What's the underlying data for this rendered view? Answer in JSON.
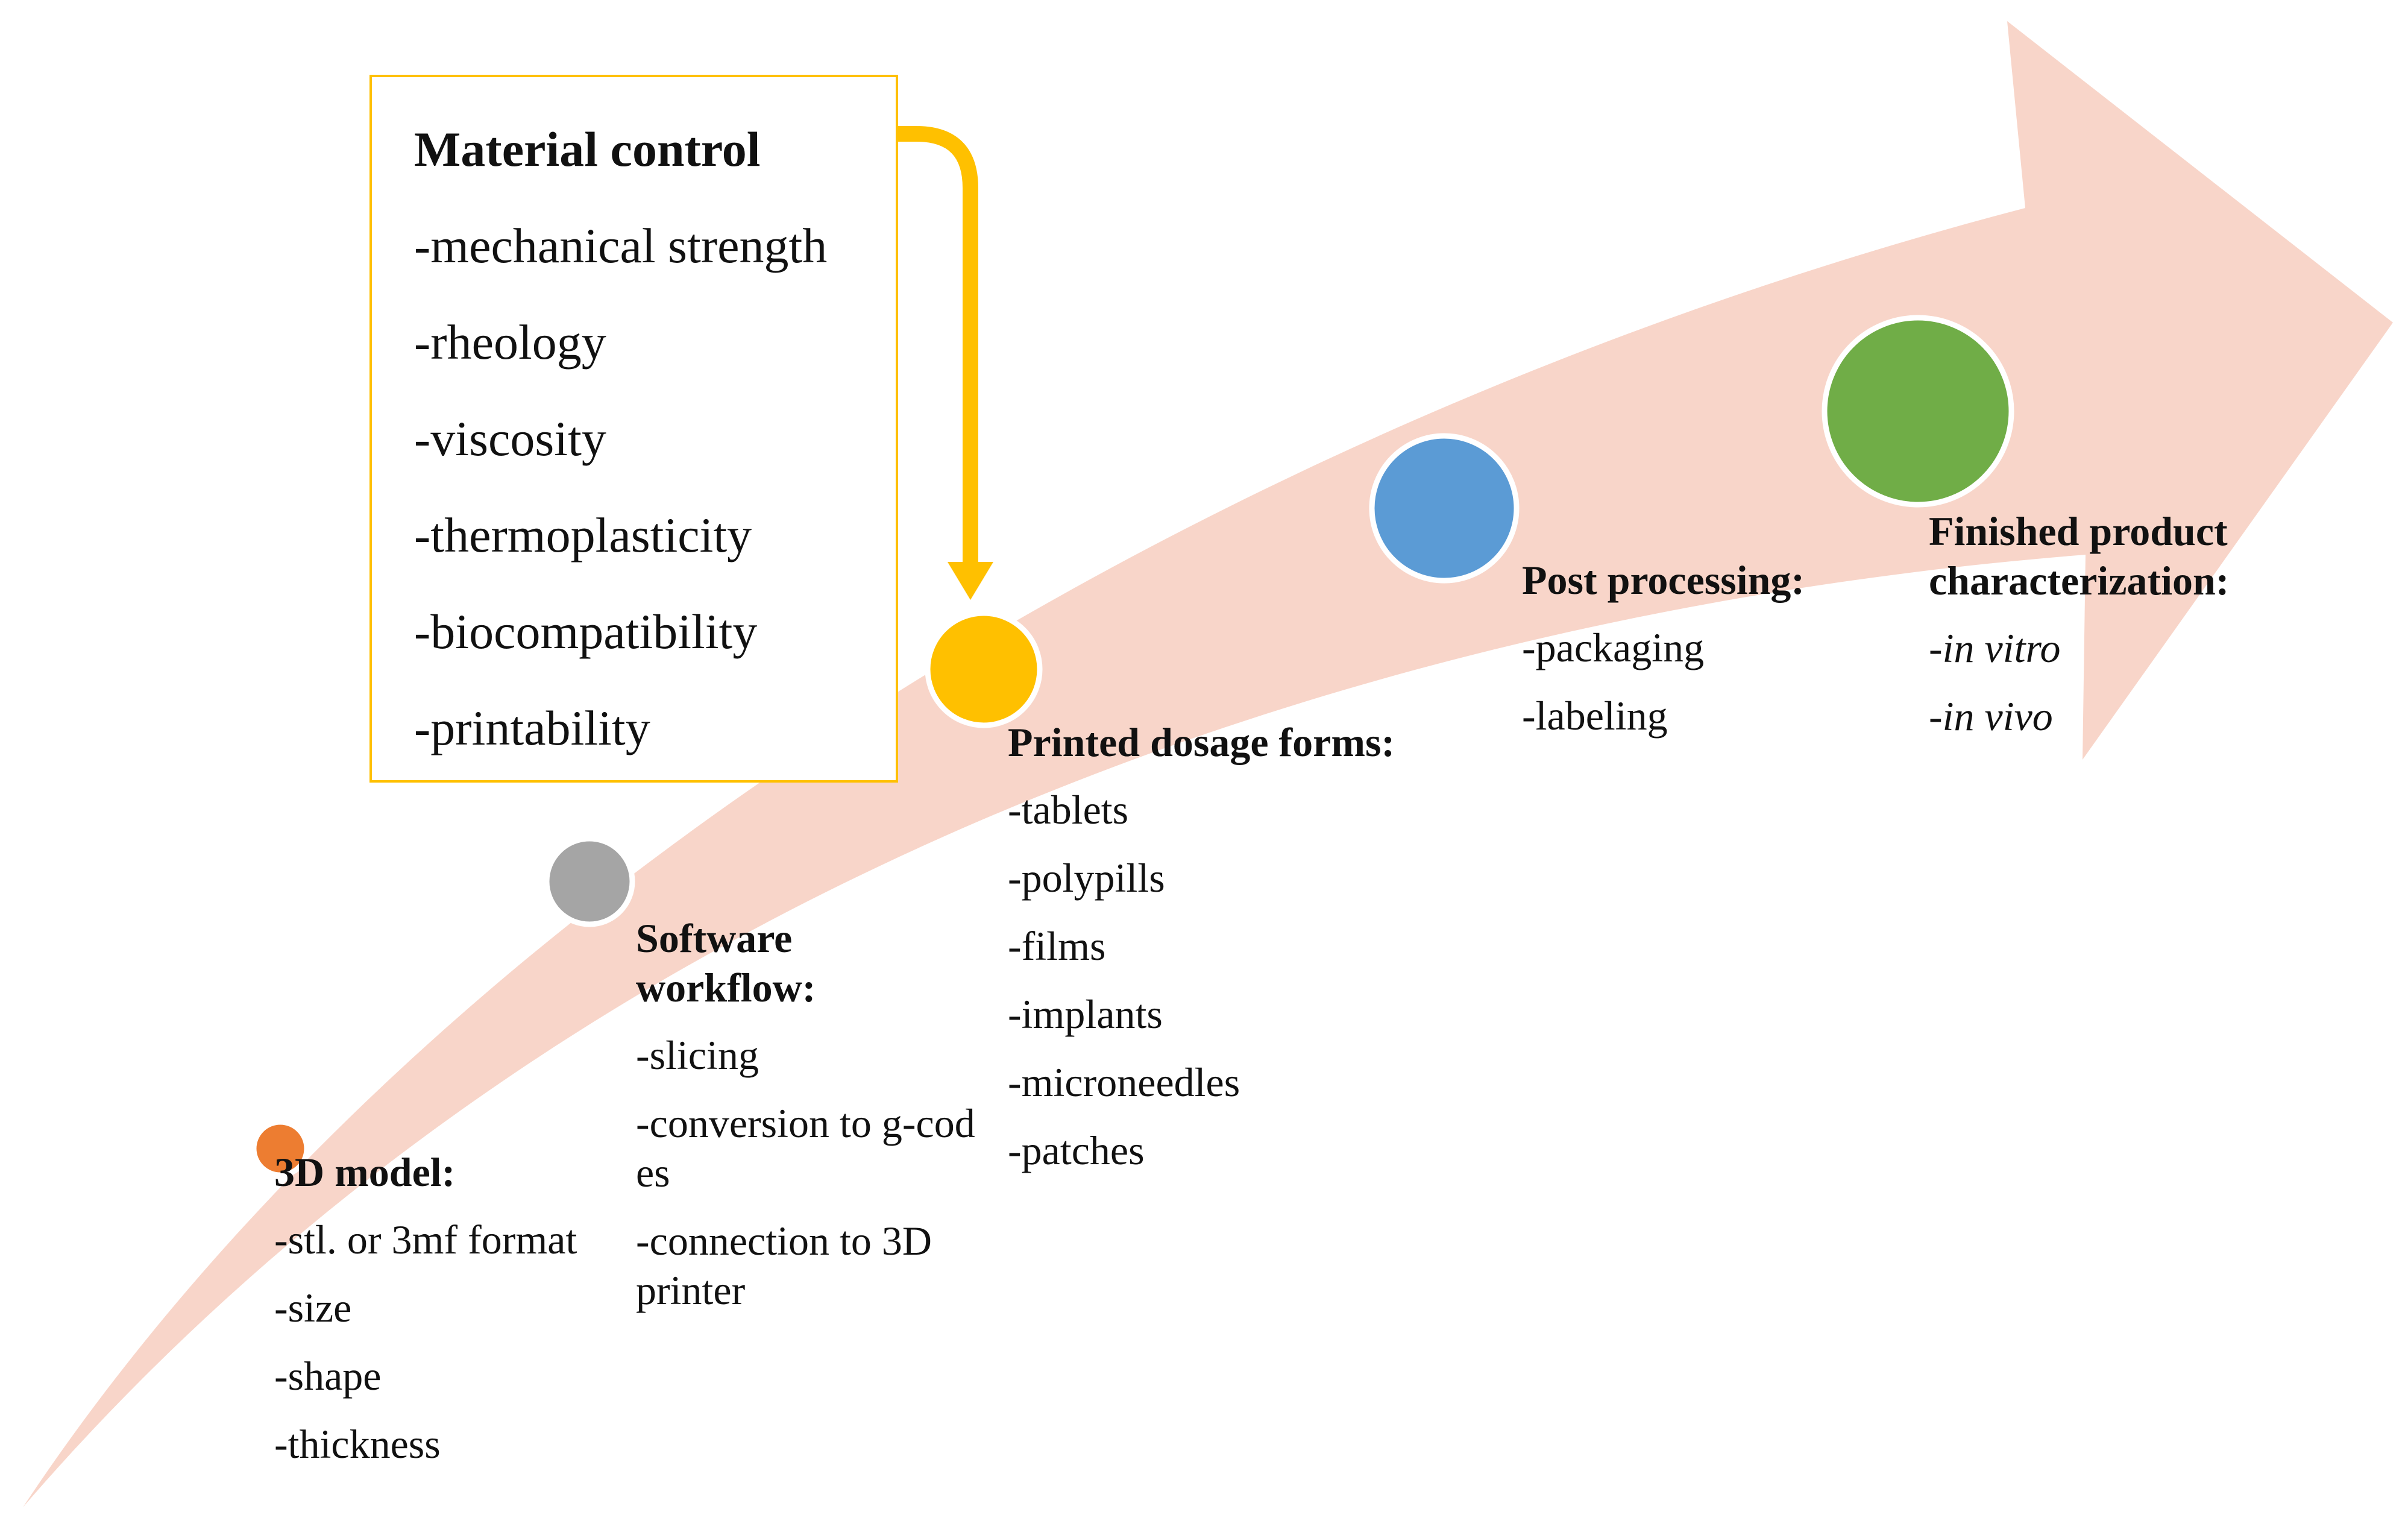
{
  "colors": {
    "arrow_fill": "#F8D5C9",
    "highlight": "#FFC000",
    "stage_dot_3d_model": "#ED7D31",
    "stage_dot_software": "#A5A5A5",
    "stage_dot_printed": "#FFC000",
    "stage_dot_post": "#5B9BD5",
    "stage_dot_finished": "#70AD47"
  },
  "material_control": {
    "title": "Material control",
    "items": [
      "-mechanical strength",
      "-rheology",
      "-viscosity",
      "-thermoplasticity",
      "-biocompatibility",
      "-printability"
    ]
  },
  "stages": [
    {
      "id": "3d-model",
      "title_lines": [
        "3D model:"
      ],
      "items": [
        "-stl. or 3mf format",
        "-size",
        "-shape",
        "-thickness"
      ]
    },
    {
      "id": "software-workflow",
      "title_lines": [
        "Software",
        "workflow:"
      ],
      "items": [
        "-slicing",
        "-conversion to g-codes",
        "-connection to 3D printer"
      ]
    },
    {
      "id": "printed-dosage-forms",
      "title_lines": [
        "Printed dosage forms:"
      ],
      "items": [
        "-tablets",
        "-polypills",
        "-films",
        "-implants",
        "-microneedles",
        "-patches"
      ]
    },
    {
      "id": "post-processing",
      "title_lines": [
        "Post processing:"
      ],
      "items": [
        "-packaging",
        "-labeling"
      ]
    },
    {
      "id": "finished-product",
      "title_lines": [
        "Finished product",
        "characterization:"
      ],
      "items": [
        "-in vitro",
        "-in vivo"
      ]
    }
  ]
}
